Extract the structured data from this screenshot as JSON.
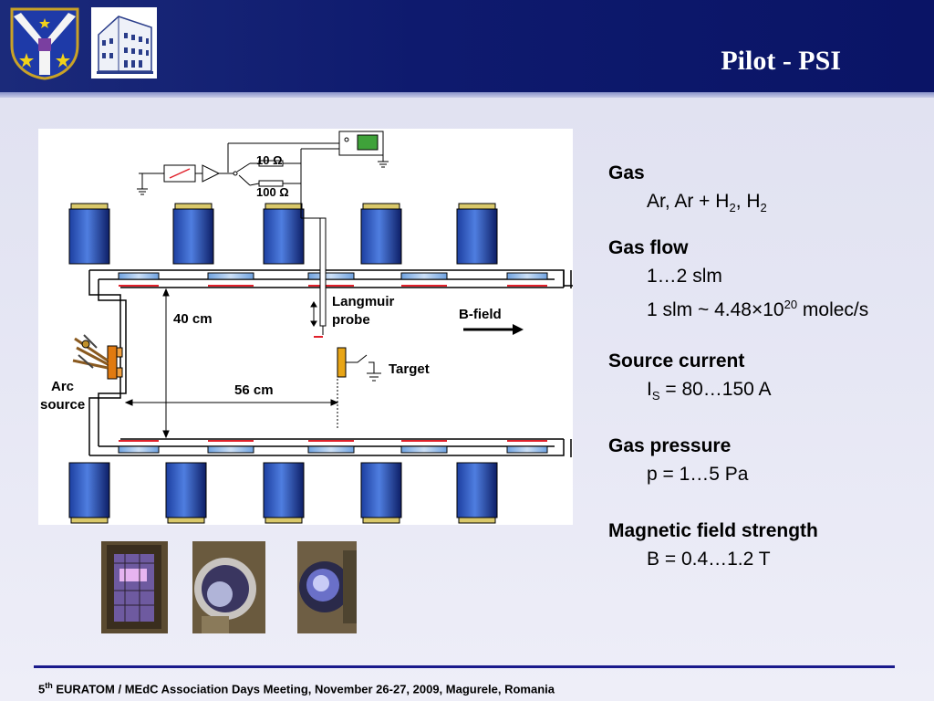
{
  "header": {
    "title": "Pilot - PSI"
  },
  "diagram": {
    "labels": {
      "r10": "10 Ω",
      "r100": "100 Ω",
      "dist40": "40 cm",
      "dist56": "56 cm",
      "langmuir1": "Langmuir",
      "langmuir2": "probe",
      "bfield": "B-field",
      "target": "Target",
      "arc1": "Arc",
      "arc2": "source"
    }
  },
  "params": {
    "gas": {
      "heading": "Gas",
      "v1": "Ar, Ar + H",
      "sub1": "2",
      "v2": ", H",
      "sub2": "2"
    },
    "flow": {
      "heading": "Gas flow",
      "line1": "1…2 slm",
      "line2a": "1 slm ~ 4.48×10",
      "sup": "20",
      "line2b": " molec/s"
    },
    "current": {
      "heading": "Source current",
      "pre": "I",
      "sub": "S",
      "post": " = 80…150 A"
    },
    "pressure": {
      "heading": "Gas pressure",
      "value": "p = 1…5 Pa"
    },
    "magnetic": {
      "heading": "Magnetic field strength",
      "value": "B = 0.4…1.2 T"
    }
  },
  "footer": {
    "sup": "th",
    "pre": "5",
    "text": " EURATOM / MEdC Association Days Meeting, November 26-27, 2009, Magurele, Romania"
  }
}
